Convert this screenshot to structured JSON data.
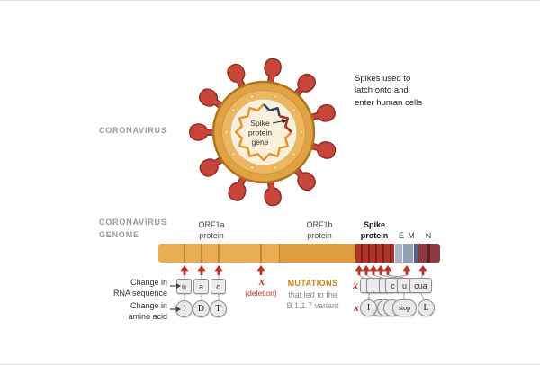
{
  "colors": {
    "virus_orange": "#e1a243",
    "spike_red": "#c8453a",
    "genome_orange": "#eaad53",
    "mutation_red": "#c03227",
    "note_gold": "#c8861b",
    "muted_gray": "#9a9a9a"
  },
  "virus": {
    "section_label": "CORONAVIRUS",
    "gene_label": [
      "Spike",
      "protein",
      "gene"
    ],
    "spike_note": "Spikes used to\nlatch onto and\nenter human cells"
  },
  "genome": {
    "section_label": "CORONAVIRUS\nGENOME",
    "regions": {
      "orf1a": "ORF1a\nprotein",
      "orf1b": "ORF1b\nprotein",
      "spike": "Spike\nprotein",
      "e": "E",
      "m": "M",
      "n": "N"
    }
  },
  "mutations": {
    "left_caption_rna": "Change in\nRNA sequence",
    "left_caption_amino": "Change in\namino acid",
    "rna_changes": [
      "u",
      "a",
      "c"
    ],
    "amino_changes": [
      "I",
      "D",
      "T"
    ],
    "deletion": {
      "mark": "x",
      "label": "(deletion)"
    },
    "note": {
      "title": "MUTATIONS",
      "body": "that led to the\nB.1.1.7 variant"
    },
    "right_rna_changes": [
      "c",
      "u",
      "cua"
    ],
    "right_amino_changes": [
      "I",
      "stop",
      "L"
    ],
    "right_deletion_marks": [
      "x",
      "x"
    ]
  }
}
